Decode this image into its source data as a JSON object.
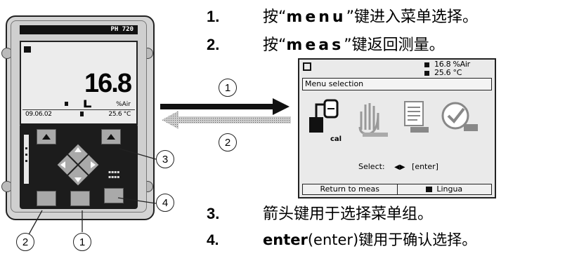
{
  "device": {
    "brand": "PH 720",
    "reading_value": "16.8",
    "reading_unit": "%Air",
    "date": "09.06.02",
    "temperature": "25.6 °C"
  },
  "steps": [
    {
      "num": "1.",
      "pre": "按“",
      "key": "menu",
      "post": "”键进入菜单选择。"
    },
    {
      "num": "2.",
      "pre": " 按“",
      "key": "meas",
      "post": "”键返回测量。"
    },
    {
      "num": "3.",
      "text": "箭头键用于选择菜单组。"
    },
    {
      "num": "4.",
      "key": "enter",
      "post": "(enter)键用于确认选择。"
    }
  ],
  "menu_screen": {
    "status_line1": "16.8 %Air",
    "status_line2": "25.6 °C",
    "title": "Menu selection",
    "cal_label": "cal",
    "select_label": "Select:",
    "select_hint": "[enter]",
    "footer_left": "Return to meas",
    "footer_right": "Lingua"
  },
  "callouts": {
    "c1": "1",
    "c2": "2",
    "c3": "3",
    "c4": "4",
    "arrow1": "1",
    "arrow2": "2"
  },
  "icons": [
    "calibration-icon",
    "maintenance-hand-icon",
    "document-icon",
    "check-key-icon",
    "arrow-right-icon",
    "arrow-left-icon"
  ],
  "colors": {
    "arrow_dark": "#111111",
    "arrow_hatched": "#9a9a9a",
    "screen_bg": "#eaeaea",
    "device_body": "#d4d4d4"
  }
}
